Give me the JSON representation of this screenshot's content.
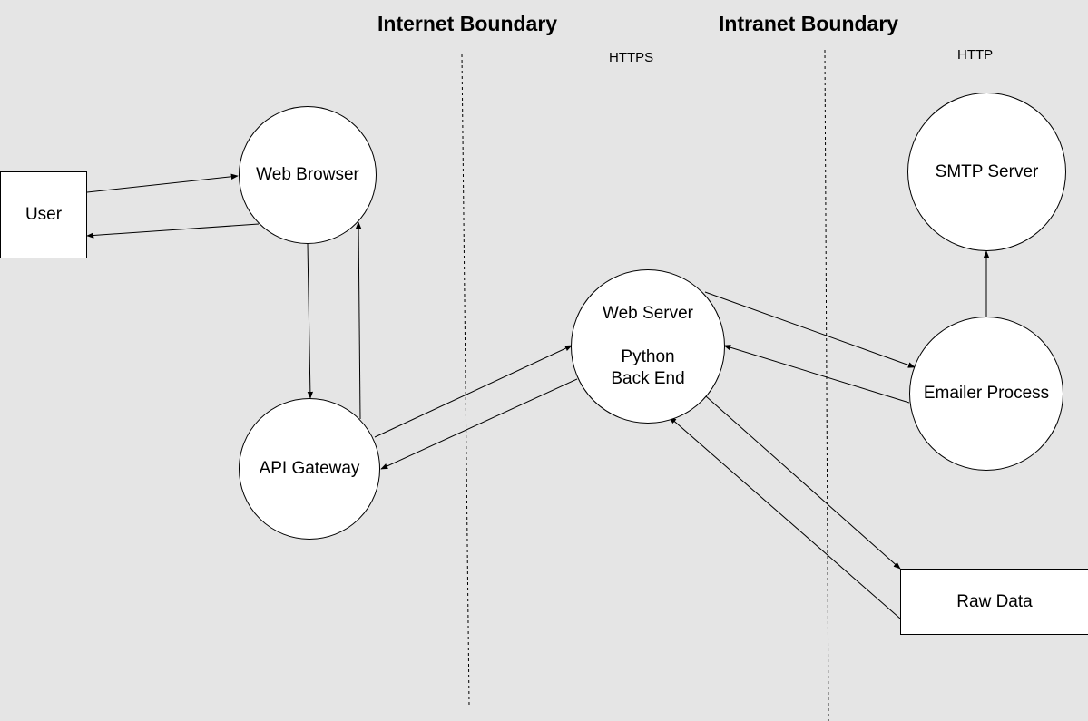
{
  "boundaries": {
    "internet": "Internet Boundary",
    "intranet": "Intranet Boundary"
  },
  "protocols": {
    "https": "HTTPS",
    "http": "HTTP"
  },
  "nodes": {
    "user": "User",
    "web_browser": "Web Browser",
    "api_gateway": "API Gateway",
    "web_server": {
      "line1": "Web Server",
      "line2": "Python",
      "line3": "Back End"
    },
    "smtp_server": "SMTP Server",
    "emailer_process": "Emailer Process",
    "raw_data": "Raw Data"
  },
  "colors": {
    "background": "#e5e5e5",
    "node_fill": "#ffffff",
    "stroke": "#000000"
  }
}
